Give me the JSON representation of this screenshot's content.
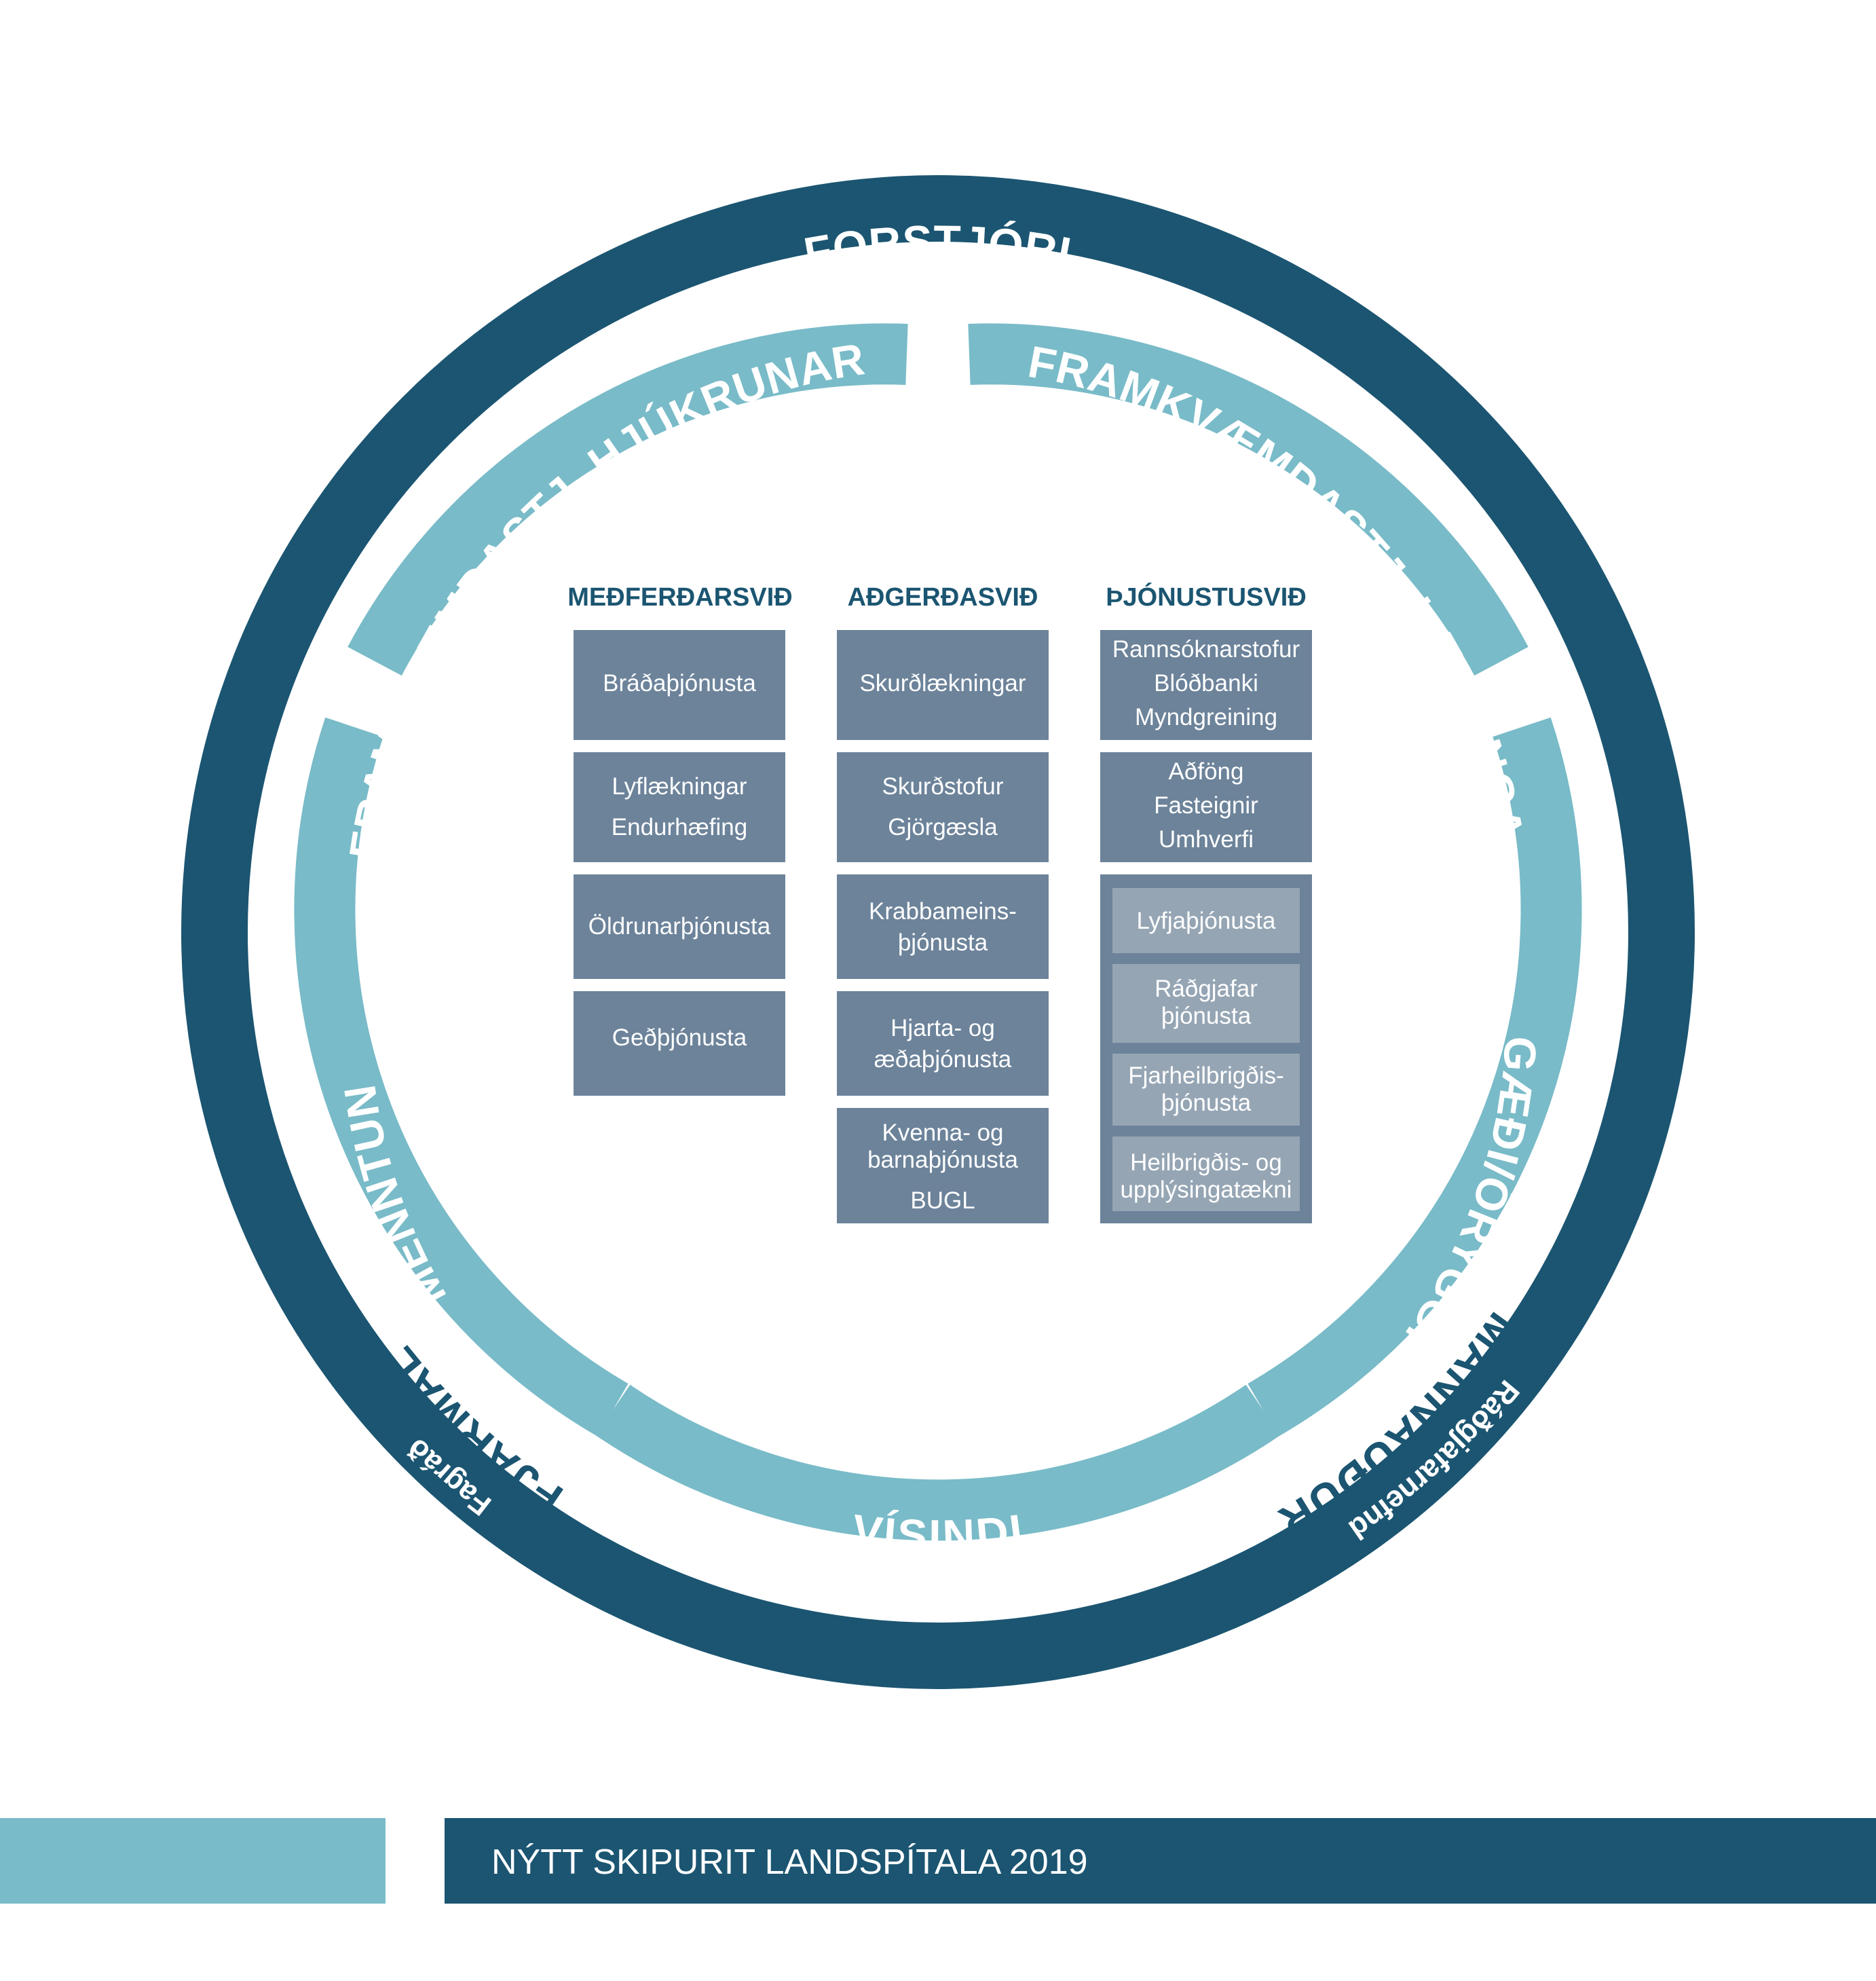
{
  "colors": {
    "dark": "#1b5571",
    "light": "#79bbc8",
    "box": "#6c839a",
    "box_inner": "#95a5b4",
    "white": "#ffffff"
  },
  "outer_ring": {
    "top_label": "FORSTJÓRI",
    "bottom_left_label": "FJÁRMÁL",
    "bottom_left_sub": "Fagráð",
    "bottom_right_label": "MANNAUÐUR",
    "bottom_right_sub": "Ráðgjafarnefnd"
  },
  "inner_ring": {
    "nursing": "FRAMKVÆMDASTJ. HJÚKRUNAR",
    "medicine": "FRAMKVÆMDASTJ. LÆKNINGA",
    "education": "MENNTUN",
    "quality": "GÆÐI/ÖRYGGI",
    "science": "VÍSINDI"
  },
  "columns": [
    {
      "header": "MEÐFERÐARSVIÐ",
      "boxes": [
        {
          "lines": [
            "Bráðaþjónusta"
          ]
        },
        {
          "lines": [
            "Lyflækningar",
            "Endurhæfing"
          ]
        },
        {
          "lines": [
            "Öldrunarþjónusta"
          ]
        },
        {
          "lines": [
            "Geðþjónusta"
          ]
        }
      ]
    },
    {
      "header": "AÐGERÐASVIÐ",
      "boxes": [
        {
          "lines": [
            "Skurðlækningar"
          ]
        },
        {
          "lines": [
            "Skurðstofur",
            "Gjörgæsla"
          ]
        },
        {
          "lines": [
            "Krabbameins-",
            "þjónusta"
          ]
        },
        {
          "lines": [
            "Hjarta- og",
            "æðaþjónusta"
          ]
        },
        {
          "lines": [
            "Kvenna- og",
            "barnaþjónusta",
            "BUGL"
          ]
        }
      ]
    },
    {
      "header": "ÞJÓNUSTUSVIÐ",
      "boxes": [
        {
          "lines": [
            "Rannsóknarstofur",
            "Blóðbanki",
            "Myndgreining"
          ]
        },
        {
          "lines": [
            "Aðföng",
            "Fasteignir",
            "Umhverfi"
          ]
        }
      ],
      "group": [
        {
          "lines": [
            "Lyfjaþjónusta"
          ]
        },
        {
          "lines": [
            "Ráðgjafar",
            "þjónusta"
          ]
        },
        {
          "lines": [
            "Fjarheilbrigðis-",
            "þjónusta"
          ]
        },
        {
          "lines": [
            "Heilbrigðis- og",
            "upplýsingatækni"
          ]
        }
      ]
    }
  ],
  "footer": {
    "title": "NÝTT SKIPURIT LANDSPÍTALA 2019"
  }
}
